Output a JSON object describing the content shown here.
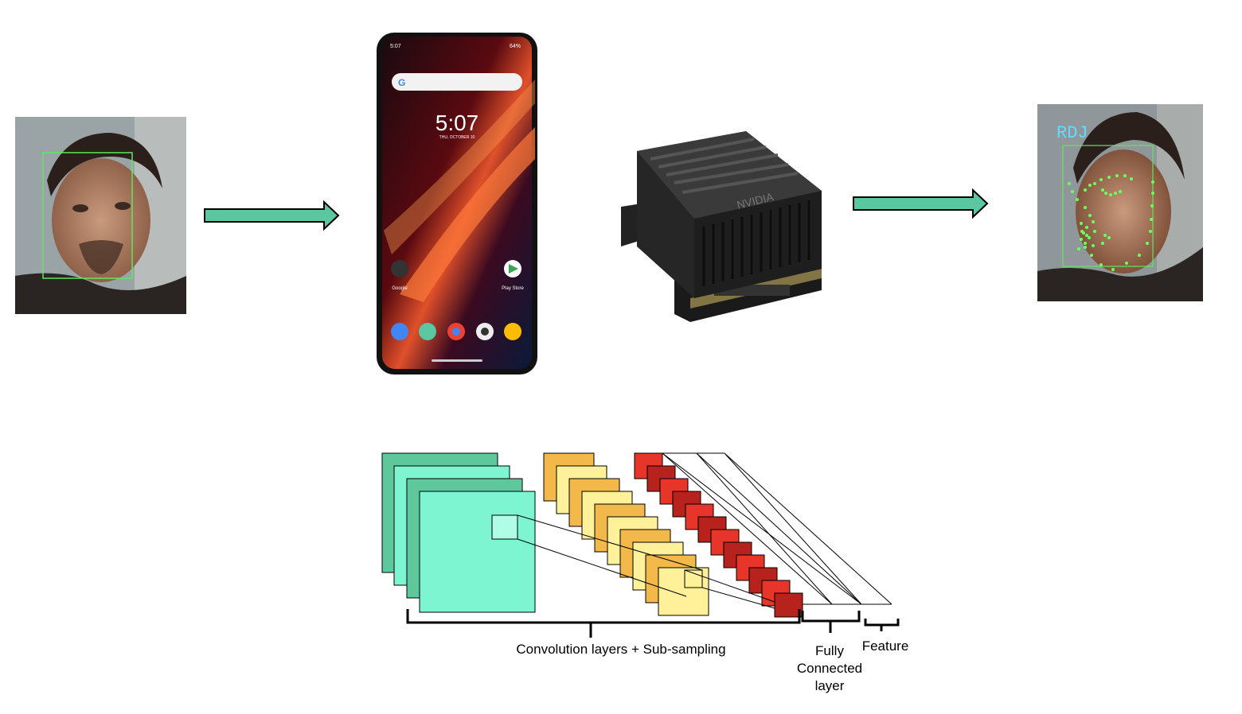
{
  "input_face": {
    "caption": ""
  },
  "output_face": {
    "name_tag": "RDJ"
  },
  "phone": {
    "status_time": "5:07",
    "battery": "64%",
    "clock": "5:07",
    "date": "THU, OCTOBER 10",
    "apps": [
      "Google",
      "Play Store"
    ]
  },
  "device": {
    "brand": "NVIDIA"
  },
  "cnn": {
    "labels": {
      "conv": "Convolution layers + Sub-sampling",
      "fc": "Fully Connected layer",
      "feature": "Feature"
    }
  },
  "colors": {
    "arrow": "#5cc6a0",
    "conv_a": "#5fc79c",
    "conv_b": "#7df5d0",
    "pool_orange": "#f2b94a",
    "pool_yellow": "#fff19a",
    "red_light": "#e8352a",
    "red_dark": "#b7231c",
    "bbox": "#5fe65f",
    "landmark": "#6bff5a",
    "name_tag": "#66d9ff"
  }
}
